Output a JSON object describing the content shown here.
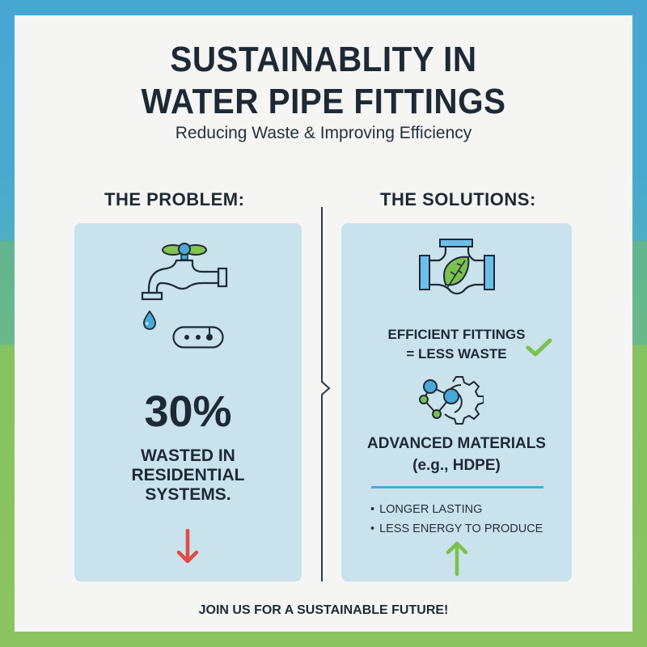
{
  "header": {
    "title_line1": "SUSTAINABLITY IN",
    "title_line2": "WATER PIPE FITTINGS",
    "subtitle": "Reducing Waste & Improving Efficiency"
  },
  "problem": {
    "heading": "THE PROBLEM:",
    "icon": "leaking-faucet-icon",
    "meter_icon": "water-meter-icon",
    "stat_value": "30%",
    "stat_desc_lines": [
      "WASTED IN",
      "RESIDENTIAL",
      "SYSTEMS."
    ],
    "trend_icon": "arrow-down-icon",
    "trend_color": "#e24a45"
  },
  "solutions": {
    "heading": "THE SOLUTIONS:",
    "items": [
      {
        "icon": "pipe-leaf-icon",
        "label_lines": [
          "EFFICIENT FITTINGS",
          "= LESS WASTE"
        ],
        "badge_icon": "checkmark-icon"
      },
      {
        "icon": "molecule-gear-icon",
        "label_lines": [
          "ADVANCED MATERIALS",
          "(e.g., HDPE)"
        ],
        "bullets": [
          "LONGER LASTING",
          "LESS ENERGY TO PRODUCE"
        ],
        "trend_icon": "arrow-up-icon",
        "trend_color": "#7cc04e"
      }
    ]
  },
  "footer": {
    "text": "JOIN US FOR A SUSTAINABLE FUTURE!"
  },
  "colors": {
    "border_top": "#47a7d2",
    "border_bottom": "#8cc462",
    "panel_bg": "#f5f5f4",
    "card_bg": "#c9e2ec",
    "text_dark": "#1d2a35",
    "accent_blue": "#4aa8d8",
    "accent_green": "#7cc04e",
    "accent_red": "#e24a45"
  }
}
